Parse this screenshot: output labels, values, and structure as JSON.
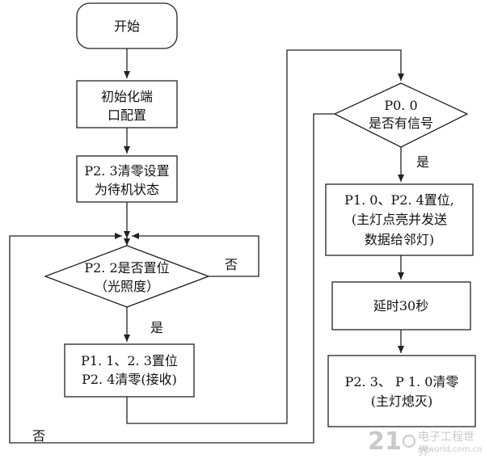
{
  "diagram": {
    "nodes": [
      {
        "id": "start",
        "lines": [
          "开始"
        ]
      },
      {
        "id": "init",
        "lines": [
          "初始化端",
          "口配置"
        ]
      },
      {
        "id": "standby",
        "lines": [
          "P2. 3清零设置",
          "为待机状态"
        ]
      },
      {
        "id": "light_check",
        "lines": [
          "P2. 2是否置位",
          "（光照度）"
        ]
      },
      {
        "id": "receive",
        "lines": [
          "P1. 1、2. 3置位",
          "P2. 4清零(接收)"
        ]
      },
      {
        "id": "signal_check",
        "lines": [
          "P0. 0",
          "是否有信号"
        ]
      },
      {
        "id": "main_on",
        "lines": [
          "P1. 0、P2. 4置位,",
          "(主灯点亮并发送",
          "数据给邻灯)"
        ]
      },
      {
        "id": "delay",
        "lines": [
          "延时30秒"
        ]
      },
      {
        "id": "main_off",
        "lines": [
          "P2. 3、 P 1. 0清零",
          "(主灯熄灭)"
        ]
      }
    ],
    "edge_labels": {
      "light_no": "否",
      "light_yes": "是",
      "signal_yes": "是",
      "signal_no": "否"
    }
  },
  "watermark": {
    "number": "21",
    "site_name": "电子工程世界",
    "site_url": "eeworld.com.cn"
  },
  "colors": {
    "stroke": "#222222",
    "text": "#111111",
    "watermark": "#c9c9c9"
  }
}
